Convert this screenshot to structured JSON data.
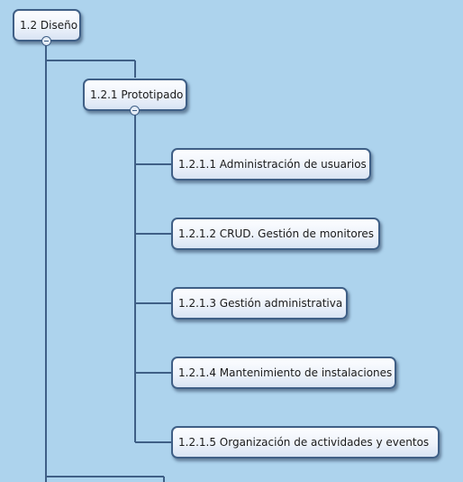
{
  "nodes": {
    "design": {
      "label": "1.2 Diseño"
    },
    "prototype": {
      "label": "1.2.1 Prototipado"
    },
    "children": [
      {
        "label": "1.2.1.1 Administración de usuarios"
      },
      {
        "label": "1.2.1.2 CRUD. Gestión de monitores"
      },
      {
        "label": "1.2.1.3 Gestión administrativa"
      },
      {
        "label": "1.2.1.4 Mantenimiento de instalaciones"
      },
      {
        "label": "1.2.1.5 Organización de actividades y eventos"
      }
    ]
  },
  "colors": {
    "background": "#add3ed",
    "line": "#3f5f86",
    "node_fill": "#eef3fb"
  },
  "icons": {
    "collapse": "minus-circle-icon"
  }
}
